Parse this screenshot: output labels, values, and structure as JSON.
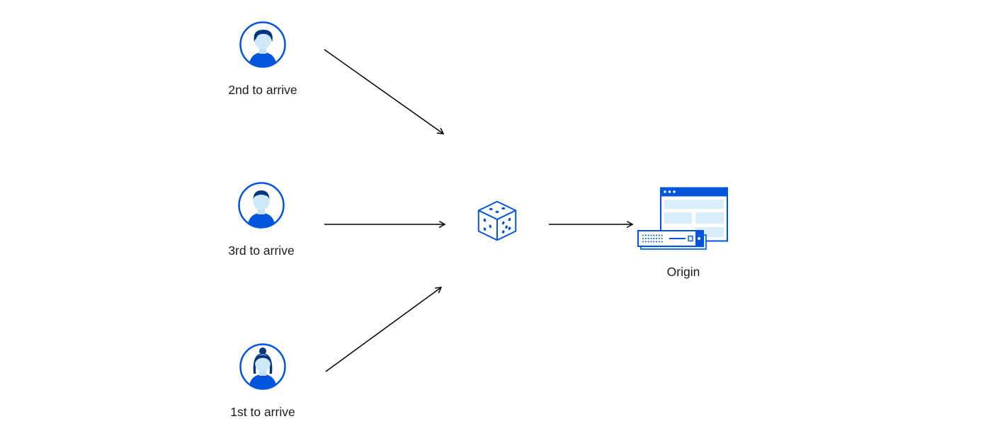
{
  "diagram": {
    "title_hidden": "",
    "users": [
      {
        "label": "2nd to arrive",
        "icon": "user-avatar-male-icon"
      },
      {
        "label": "3rd to arrive",
        "icon": "user-avatar-male-icon"
      },
      {
        "label": "1st to arrive",
        "icon": "user-avatar-female-icon"
      }
    ],
    "center": {
      "icon": "dice-icon"
    },
    "origin": {
      "label": "Origin",
      "icon": "origin-server-icon"
    },
    "arrows": [
      {
        "from": "user-2nd",
        "to": "dice"
      },
      {
        "from": "user-3rd",
        "to": "dice"
      },
      {
        "from": "user-1st",
        "to": "dice"
      },
      {
        "from": "dice",
        "to": "origin"
      }
    ],
    "colors": {
      "primary_blue": "#0055DC",
      "dark_blue": "#003681",
      "light_blue_fill": "#D9EEFB",
      "face_fill": "#CFE8FA",
      "arrow": "#000000",
      "text": "#1B1B1B",
      "background": "#FFFFFF"
    }
  }
}
